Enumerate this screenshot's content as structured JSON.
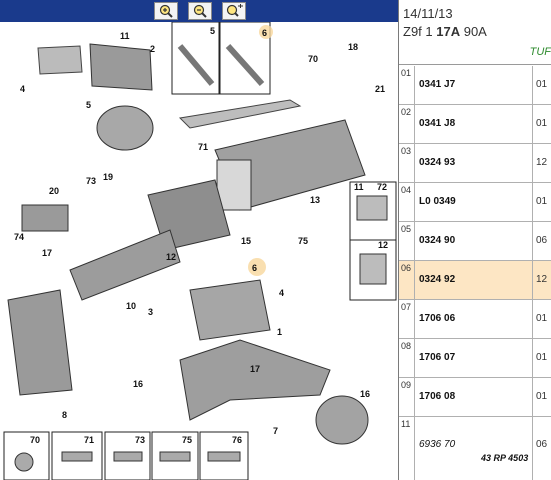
{
  "header": {
    "date": "14/11/13",
    "engine_prefix": "Z9f 1 ",
    "engine_bold": "17A",
    "engine_suffix": " 90A",
    "category": "TUF"
  },
  "zoom_buttons": [
    {
      "icon": "zoom-in-icon"
    },
    {
      "icon": "zoom-out-icon"
    },
    {
      "icon": "zoom-fit-icon"
    }
  ],
  "callouts": {
    "c1": "1",
    "c2": "2",
    "c3": "3",
    "c4": "4",
    "c5": "5",
    "c6": "6",
    "c7": "7",
    "c8": "8",
    "c10": "10",
    "c11": "11",
    "c12": "12",
    "c13": "13",
    "c15": "15",
    "c16": "16",
    "c17": "17",
    "c18": "18",
    "c19": "19",
    "c20": "20",
    "c21": "21",
    "c70": "70",
    "c71": "71",
    "c72": "72",
    "c73": "73",
    "c74": "74",
    "c75": "75",
    "c76": "76"
  },
  "rows": [
    {
      "num": "01",
      "ref": "0341 J7",
      "qty": "01",
      "extra": "",
      "italic": false
    },
    {
      "num": "02",
      "ref": "0341 J8",
      "qty": "01",
      "extra": "",
      "italic": false
    },
    {
      "num": "03",
      "ref": "0324 93",
      "qty": "12",
      "extra": "",
      "italic": false
    },
    {
      "num": "04",
      "ref": "L0 0349",
      "qty": "01",
      "extra": "",
      "italic": false
    },
    {
      "num": "05",
      "ref": "0324 90",
      "qty": "06",
      "extra": "",
      "italic": false
    },
    {
      "num": "06",
      "ref": "0324 92",
      "qty": "12",
      "extra": "",
      "italic": false
    },
    {
      "num": "07",
      "ref": "1706 06",
      "qty": "01",
      "extra": "",
      "italic": false
    },
    {
      "num": "08",
      "ref": "1706 07",
      "qty": "01",
      "extra": "",
      "italic": false
    },
    {
      "num": "09",
      "ref": "1706 08",
      "qty": "01",
      "extra": "",
      "italic": false
    },
    {
      "num": "11",
      "ref": "6936 70",
      "qty": "06",
      "extra": "43 RP 4503",
      "italic": true
    }
  ]
}
